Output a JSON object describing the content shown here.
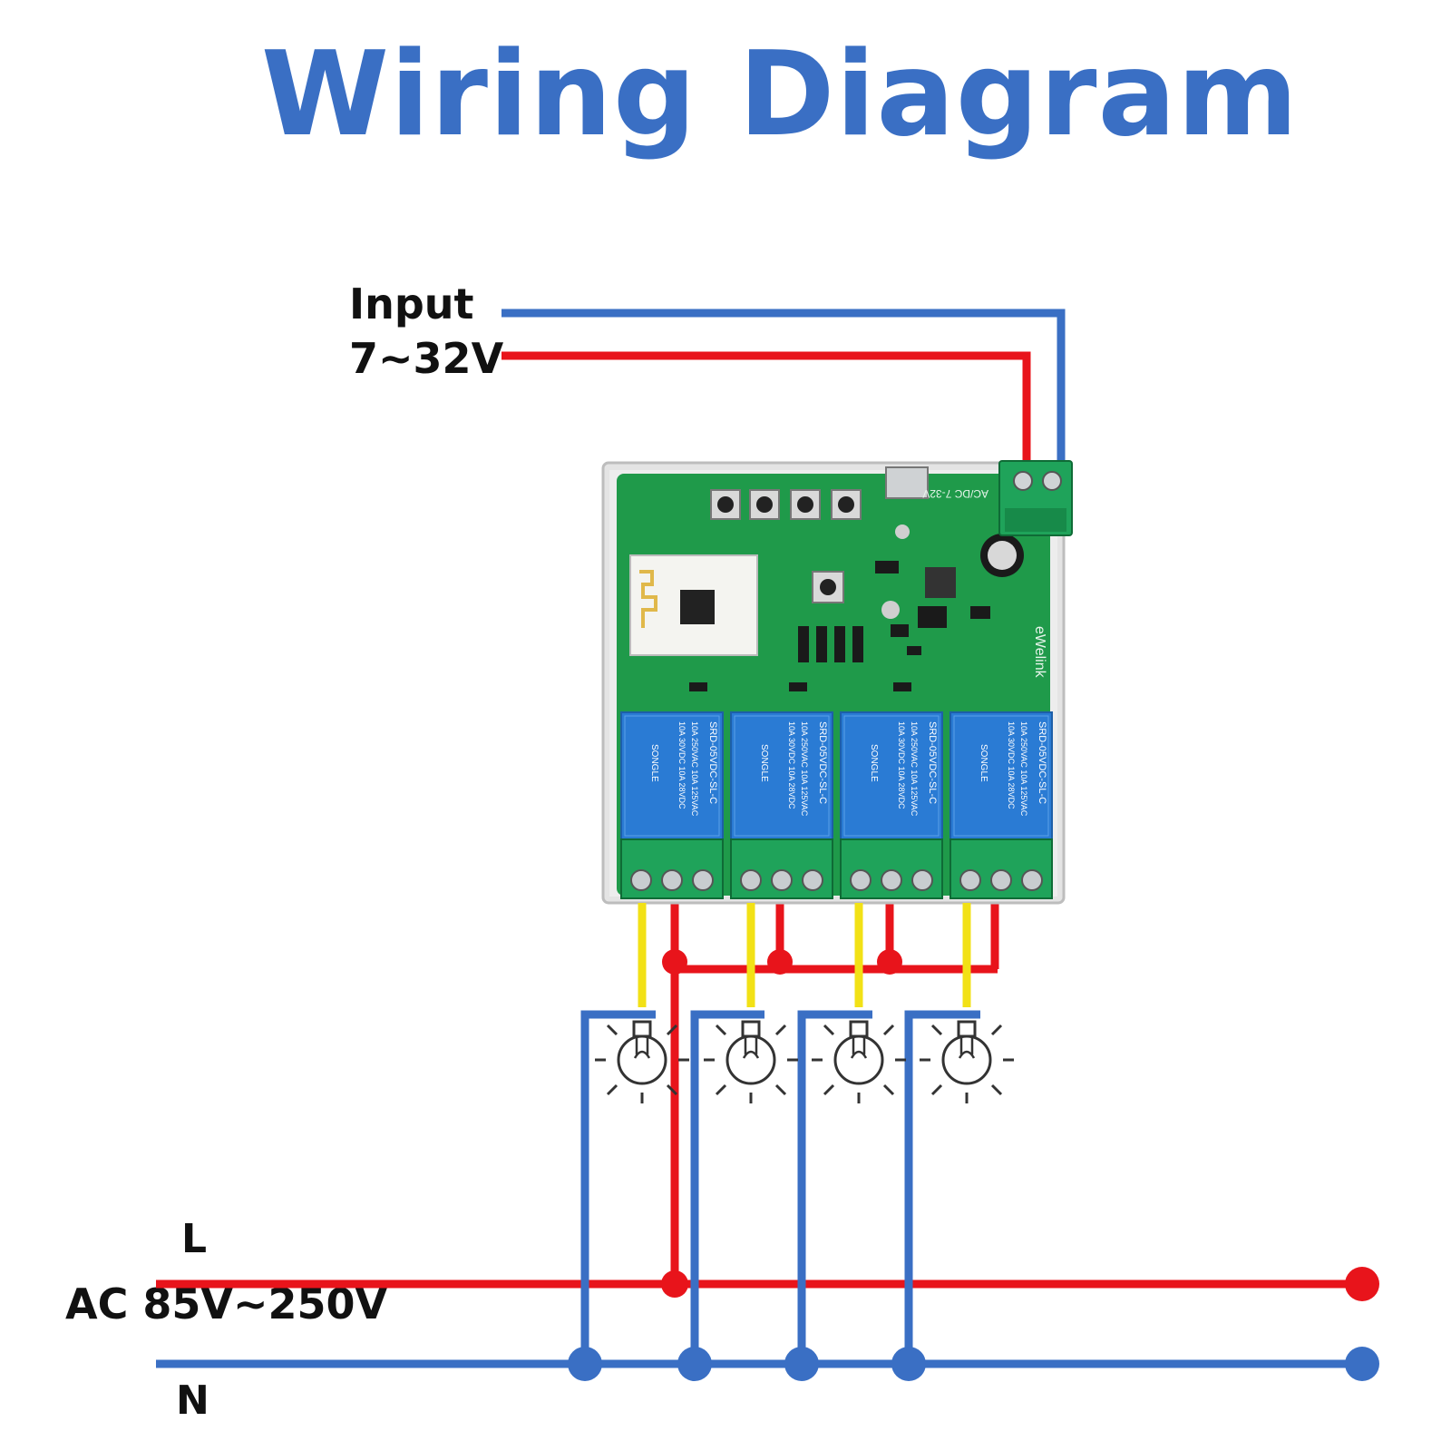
{
  "title": "Wiring Diagram",
  "input": {
    "line1": "Input",
    "line2": "7~32V"
  },
  "ac": {
    "label": "AC 85V~250V",
    "l_label": "L",
    "n_label": "N"
  },
  "colors": {
    "title": "#3a6fc4",
    "live": "#e8141b",
    "neutral": "#3a6fc4",
    "load": "#f2e116",
    "pcb": "#1f9a4a",
    "relay": "#2a7bd4",
    "terminal": "#1fa35a",
    "case": "#e4e4e4"
  },
  "board": {
    "brand": "eWelink",
    "supply_marking": "AC/DC 7-32V",
    "relay_count": 4,
    "relay_marking": [
      "SRD-05VDC-SL-C",
      "10A 250VAC  10A 125VAC",
      "10A 30VDC  10A 28VDC",
      "SONGLE"
    ]
  },
  "loads": {
    "count": 4,
    "icon": "light-bulb-icon"
  }
}
